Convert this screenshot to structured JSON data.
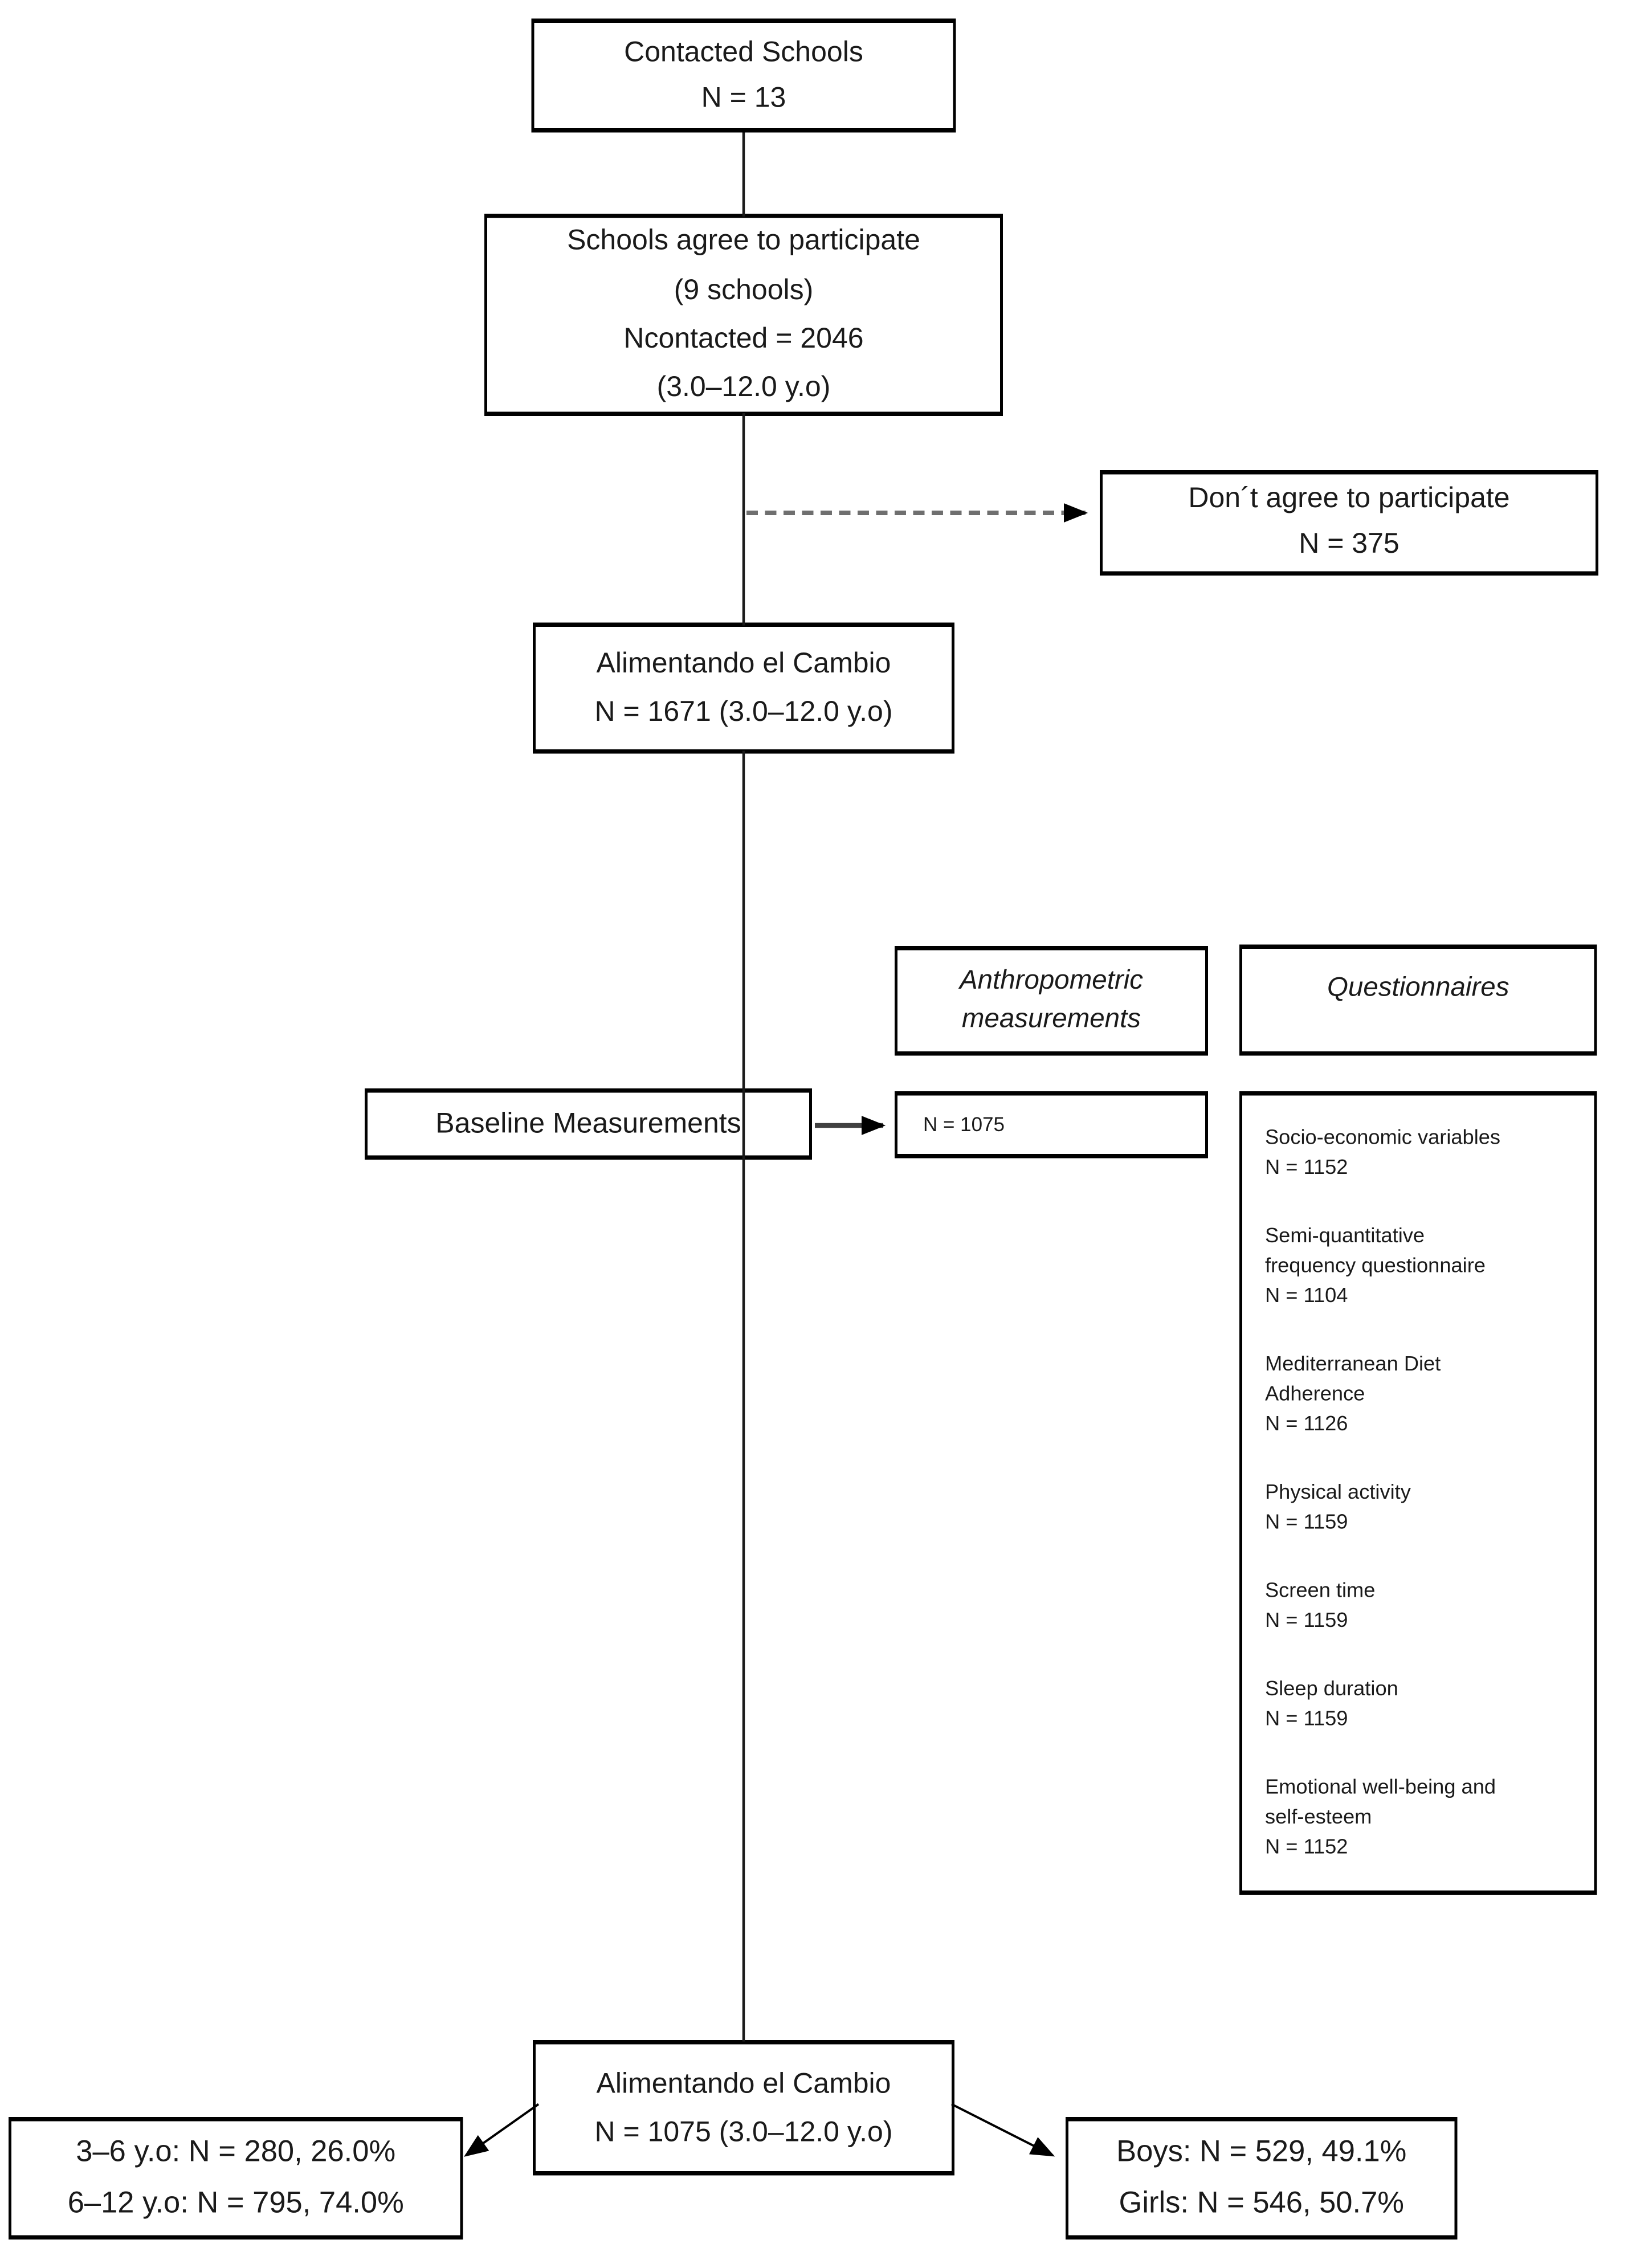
{
  "page": {
    "background_color": "#ffffff",
    "box_border_color": "#000000",
    "spine_line_color": "#1a1a1a",
    "dashed_arrow_color": "#6f6f6f",
    "arrowhead_color": "#000000"
  },
  "flowchart": {
    "contacted": {
      "lines": [
        "Contacted Schools",
        "N = 13"
      ]
    },
    "agree": {
      "lines": [
        "Schools agree to participate",
        "(9 schools)",
        "Ncontacted = 2046",
        "(3.0–12.0 y.o)"
      ]
    },
    "dont_agree": {
      "lines": [
        "Don´t agree to participate",
        "N = 375"
      ]
    },
    "cohort1": {
      "lines": [
        "Alimentando el Cambio",
        "N = 1671 (3.0–12.0 y.o)"
      ]
    },
    "anthropometric_header": {
      "lines": [
        "Anthropometric",
        "measurements"
      ]
    },
    "questionnaires_header": {
      "lines": [
        "Questionnaires"
      ]
    },
    "baseline": {
      "lines": [
        "Baseline Measurements"
      ]
    },
    "anthropometric_n": {
      "lines": [
        "N = 1075"
      ]
    },
    "questionnaires": {
      "items": [
        {
          "lines": [
            "Socio-economic variables",
            "N = 1152"
          ]
        },
        {
          "lines": [
            "Semi-quantitative",
            "frequency questionnaire",
            "N = 1104"
          ]
        },
        {
          "lines": [
            "Mediterranean Diet",
            "Adherence",
            "N = 1126"
          ]
        },
        {
          "lines": [
            "Physical activity",
            "N = 1159"
          ]
        },
        {
          "lines": [
            "Screen time",
            "N = 1159"
          ]
        },
        {
          "lines": [
            "Sleep duration",
            "N = 1159"
          ]
        },
        {
          "lines": [
            "Emotional well-being and",
            "self-esteem",
            "N = 1152"
          ]
        }
      ]
    },
    "cohort2": {
      "lines": [
        "Alimentando el Cambio",
        "N = 1075 (3.0–12.0 y.o)"
      ]
    },
    "age_split": {
      "lines": [
        "3–6 y.o: N = 280, 26.0%",
        "6–12 y.o: N = 795, 74.0%"
      ]
    },
    "sex_split": {
      "lines": [
        "Boys: N = 529, 49.1%",
        "Girls: N = 546, 50.7%"
      ]
    }
  }
}
